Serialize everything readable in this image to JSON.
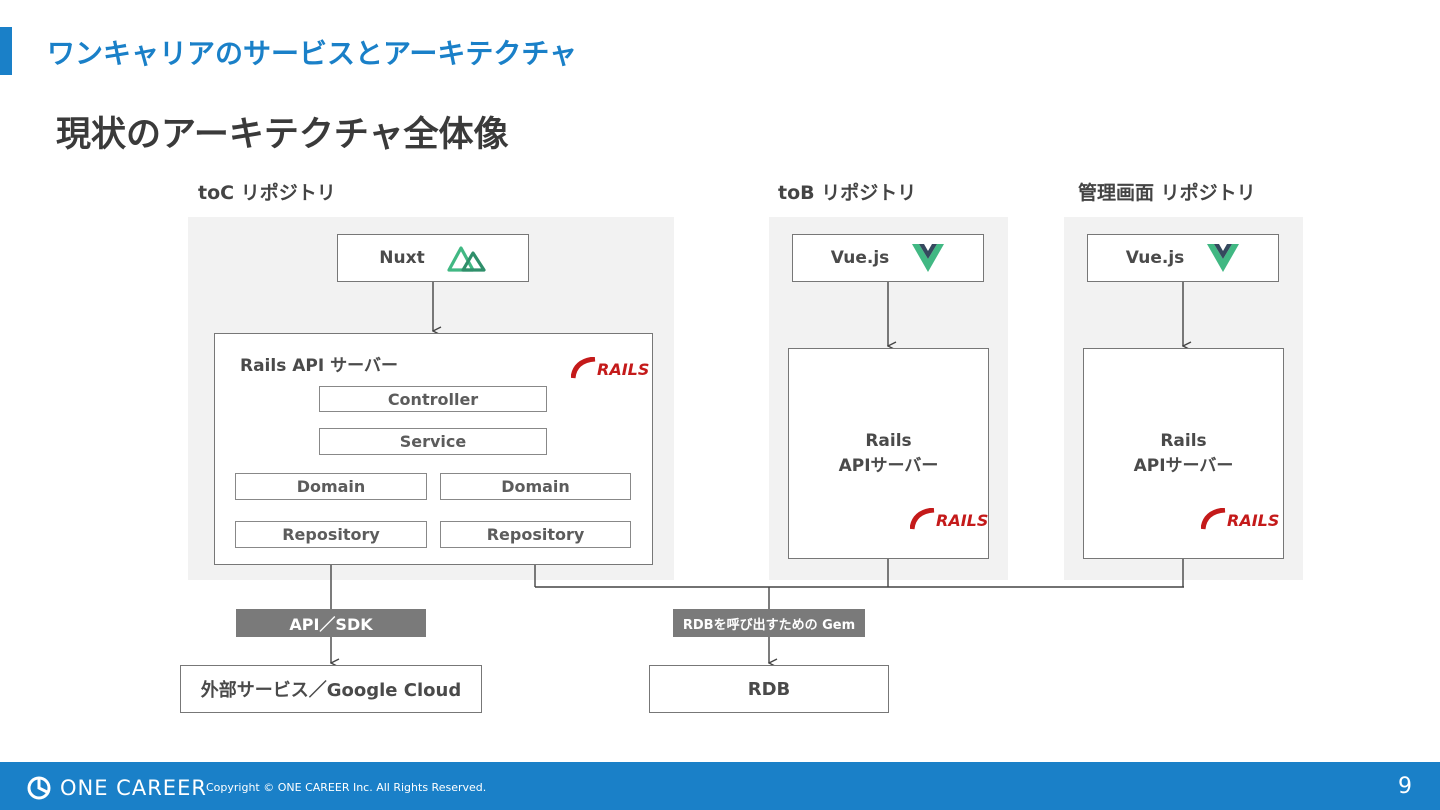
{
  "header": {
    "section_title": "ワンキャリアのサービスとアーキテクチャ",
    "page_title": "現状のアーキテクチャ全体像"
  },
  "repositories": {
    "toc": {
      "label": "toC リポジトリ",
      "frontend": "Nuxt",
      "server_title": "Rails API サーバー",
      "layers": {
        "controller": "Controller",
        "service": "Service",
        "domain_left": "Domain",
        "domain_right": "Domain",
        "repository_left": "Repository",
        "repository_right": "Repository"
      }
    },
    "tob": {
      "label": "toB リポジトリ",
      "frontend": "Vue.js",
      "server_line1": "Rails",
      "server_line2": "APIサーバー"
    },
    "admin": {
      "label": "管理画面 リポジトリ",
      "frontend": "Vue.js",
      "server_line1": "Rails",
      "server_line2": "APIサーバー"
    }
  },
  "rails_logo_text": "RAILS",
  "connectors": {
    "api_sdk": "API／SDK",
    "gem": "RDBを呼び出すための Gem"
  },
  "external": {
    "services": "外部サービス／Google Cloud",
    "rdb": "RDB"
  },
  "footer": {
    "brand": "ONE CAREER",
    "copyright": "Copyright © ONE CAREER Inc. All Rights Reserved.",
    "page_number": "9"
  },
  "colors": {
    "accent": "#1a80c8",
    "panel": "#f2f2f2",
    "rails": "#c41a1a",
    "nuxt": "#41b883",
    "vue_light": "#41b883",
    "vue_dark": "#35495e"
  }
}
